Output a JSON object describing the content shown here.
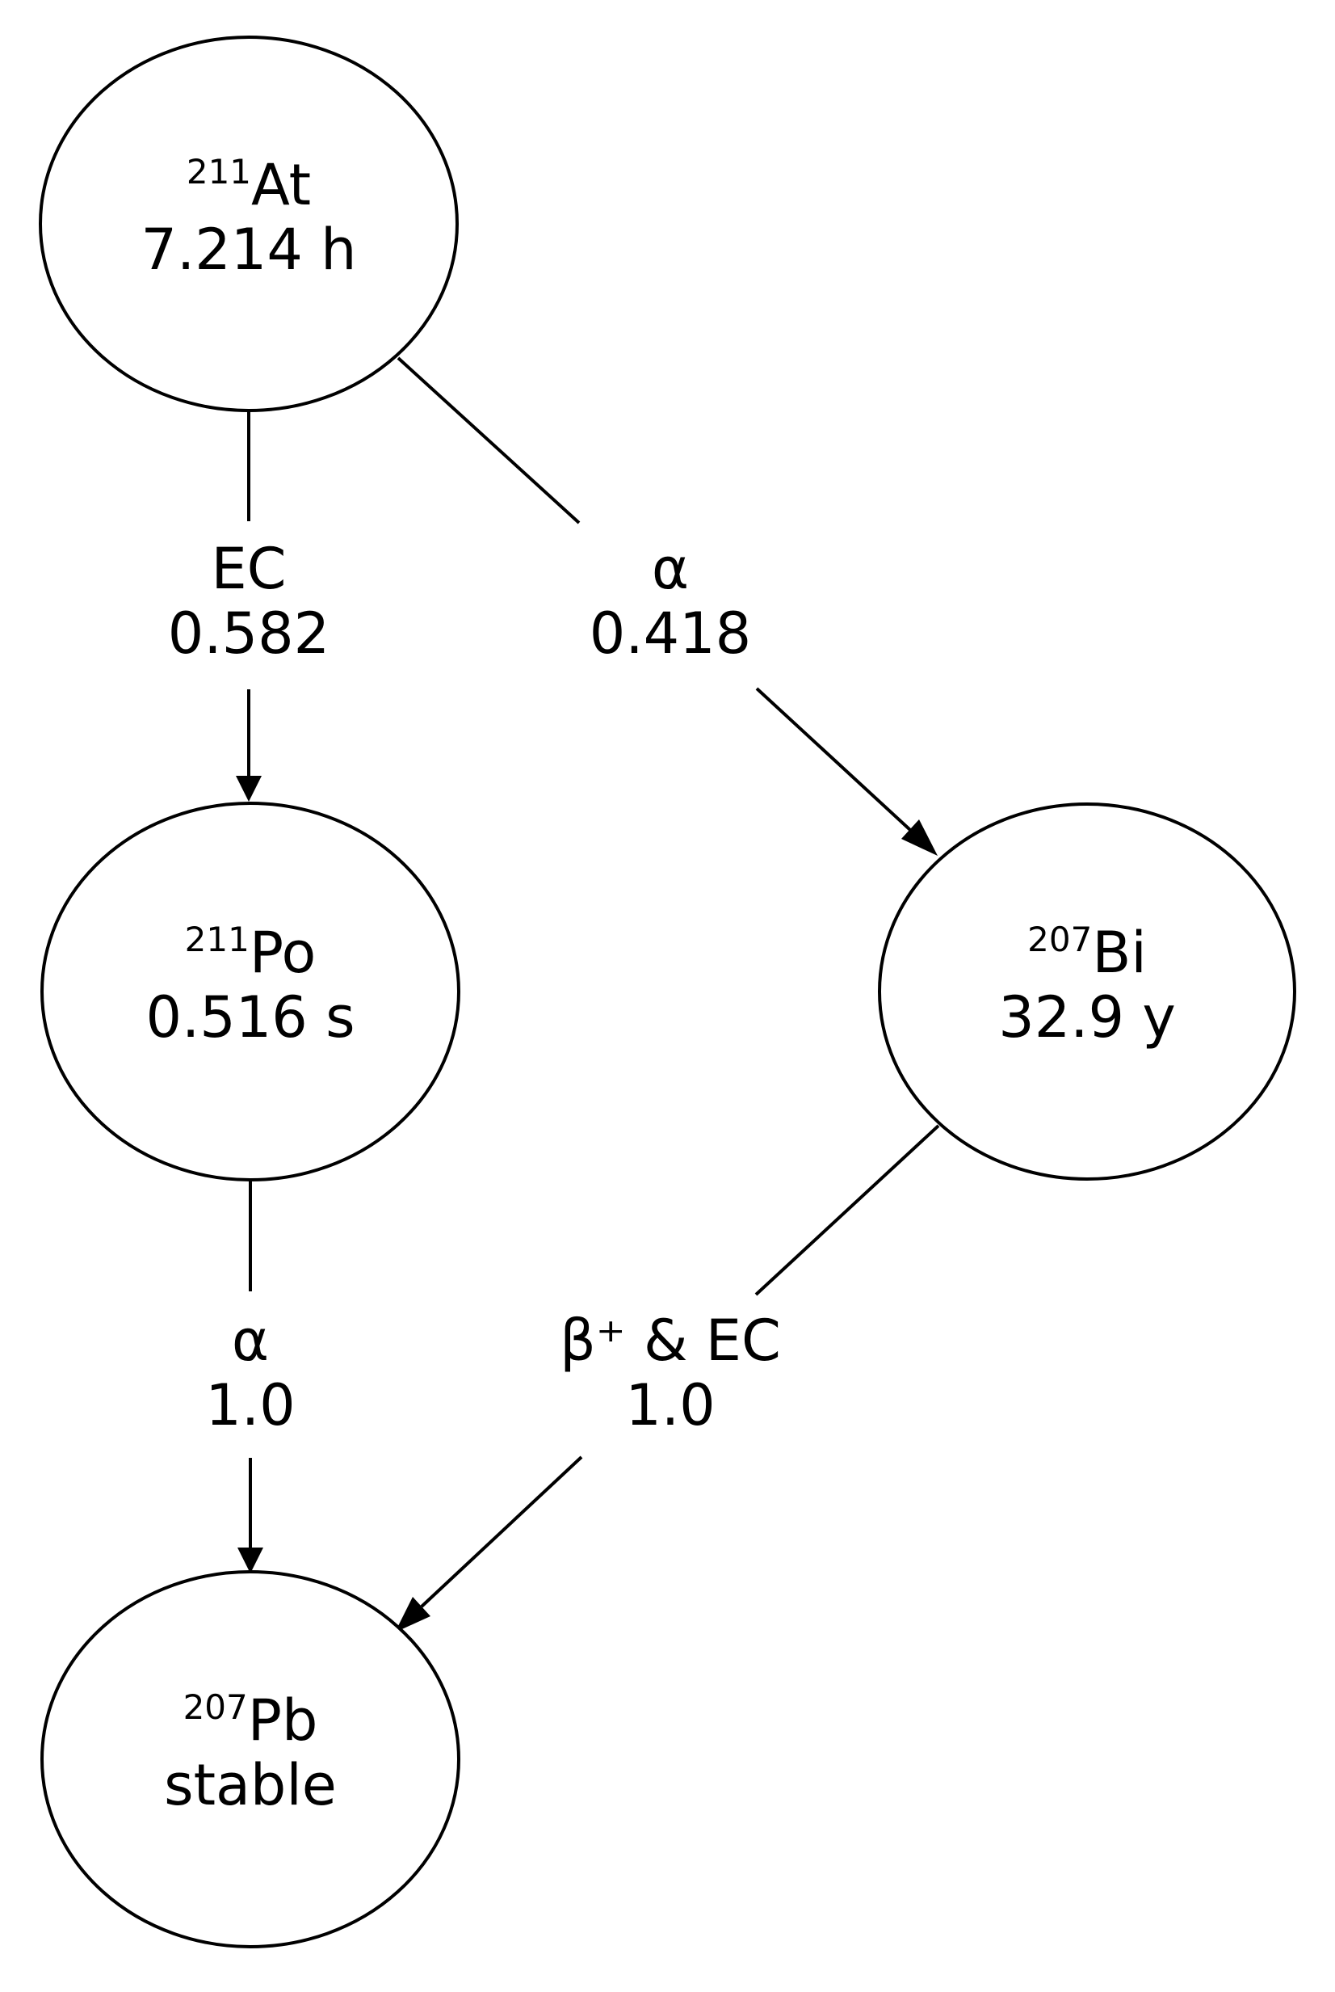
{
  "nodes": {
    "at211": {
      "mass": "211",
      "symbol": "At",
      "halflife": "7.214 h"
    },
    "po211": {
      "mass": "211",
      "symbol": "Po",
      "halflife": "0.516 s"
    },
    "bi207": {
      "mass": "207",
      "symbol": "Bi",
      "halflife": "32.9 y"
    },
    "pb207": {
      "mass": "207",
      "symbol": "Pb",
      "halflife": "stable"
    }
  },
  "edges": {
    "at_po": {
      "mode": "EC",
      "ratio": "0.582"
    },
    "at_bi": {
      "mode": "α",
      "ratio": "0.418"
    },
    "po_pb": {
      "mode": "α",
      "ratio": "1.0"
    },
    "bi_pb": {
      "mode": "β⁺ & EC",
      "ratio": "1.0"
    }
  }
}
